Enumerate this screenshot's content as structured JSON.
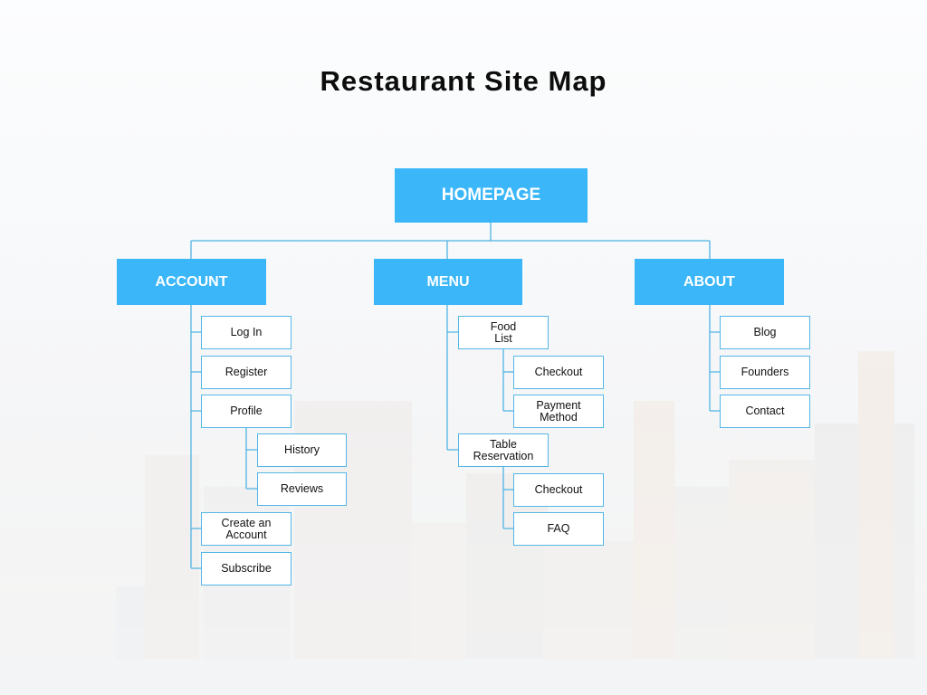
{
  "title": "Restaurant Site Map",
  "colors": {
    "accent": "#3bb7f9",
    "connector": "#4fb4e4",
    "page_border": "#54b6e6"
  },
  "root": {
    "label": "HOMEPAGE"
  },
  "sections": {
    "account": {
      "label": "ACCOUNT",
      "pages": {
        "login": "Log In",
        "register": "Register",
        "profile": "Profile",
        "history": "History",
        "reviews": "Reviews",
        "create_account": "Create an Account",
        "subscribe": "Subscribe"
      }
    },
    "menu": {
      "label": "MENU",
      "pages": {
        "food_list": "Food List",
        "checkout": "Checkout",
        "payment_method": "Payment Method",
        "table_reservation": "Table Reservation",
        "reservation_checkout": "Checkout",
        "faq": "FAQ"
      }
    },
    "about": {
      "label": "ABOUT",
      "pages": {
        "blog": "Blog",
        "founders": "Founders",
        "contact": "Contact"
      }
    }
  }
}
